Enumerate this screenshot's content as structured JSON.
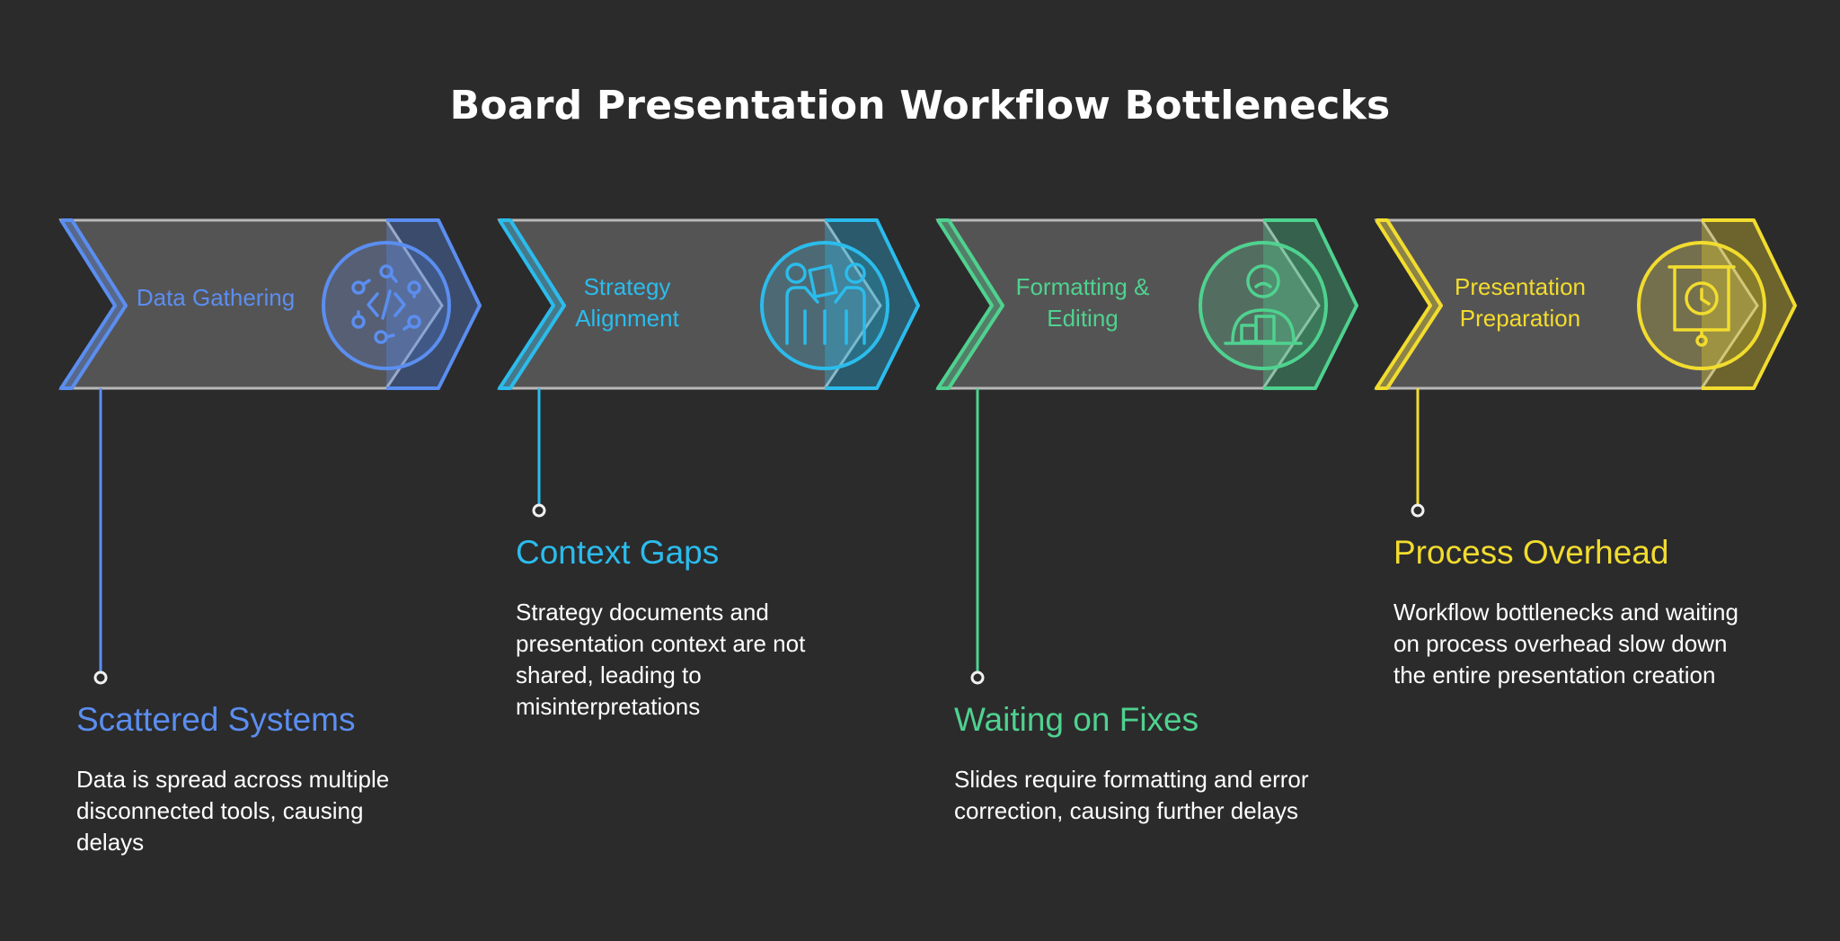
{
  "title": "Board Presentation Workflow Bottlenecks",
  "colors": {
    "background": "#2b2b2c",
    "arrow_fill": "#555455",
    "arrow_border": "#b8b8b8",
    "blue": "#5b8ef0",
    "cyan": "#2bbcec",
    "green": "#4fd28f",
    "yellow": "#f2dc2e"
  },
  "steps": [
    {
      "label": "Data Gathering",
      "icon": "code-network-icon",
      "color": "#5b8ef0",
      "callout_title": "Scattered Systems",
      "callout_desc": "Data is spread across multiple disconnected tools, causing delays"
    },
    {
      "label": "Strategy Alignment",
      "icon": "people-discussion-icon",
      "color": "#2bbcec",
      "callout_title": "Context Gaps",
      "callout_desc": "Strategy documents and presentation context are not shared, leading to misinterpretations"
    },
    {
      "label": "Formatting & Editing",
      "icon": "person-at-desk-icon",
      "color": "#4fd28f",
      "callout_title": "Waiting on Fixes",
      "callout_desc": "Slides require formatting and error correction, causing further delays"
    },
    {
      "label": "Presentation Preparation",
      "icon": "presentation-clock-icon",
      "color": "#f2dc2e",
      "callout_title": "Process Overhead",
      "callout_desc": "Workflow bottlenecks and waiting on process overhead slow down the entire presentation creation"
    }
  ]
}
